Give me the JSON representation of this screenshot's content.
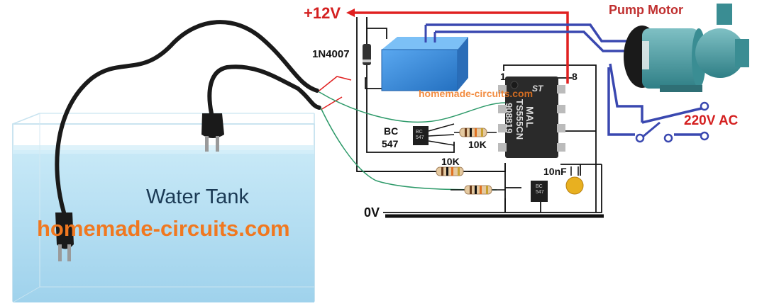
{
  "labels": {
    "supply_pos": "+12V",
    "diode": "1N4007",
    "pin1": "1",
    "pin8": "8",
    "ic_brand": "ST",
    "ic_line1": "MAL",
    "ic_line2": "TS555CN",
    "ic_line3": "908819",
    "transistor1_a": "BC",
    "transistor1_b": "547",
    "resistor_10k_a": "10K",
    "resistor_10k_b": "10K",
    "capacitor": "10nF",
    "ground": "0V",
    "pump": "Pump Motor",
    "ac": "220V AC",
    "tank": "Water Tank",
    "watermark_small": "homemade-circuits.com",
    "watermark_large": "homemade-circuits.com",
    "transistor_mark": "BC\n547",
    "transistor2_mark": "BC\n547"
  },
  "colors": {
    "red_wire": "#e02020",
    "blue_wire": "#3a48b0",
    "green_wire": "#2e9a6a",
    "black_wire": "#111111",
    "water": "#a9d8ee",
    "relay": "#3c8fe0",
    "accent_orange": "#f07820",
    "label_red": "#d42020",
    "pump_label": "#c03030"
  }
}
